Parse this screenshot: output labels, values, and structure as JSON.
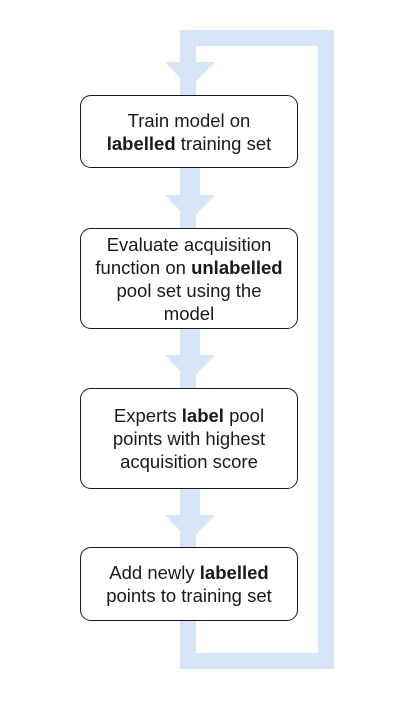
{
  "colors": {
    "arrow": "#d6e6f8",
    "box_border": "#1a1a1a",
    "text": "#1a1a1a"
  },
  "steps": [
    {
      "lines": [
        [
          {
            "t": "Train model on",
            "b": false
          }
        ],
        [
          {
            "t": "labelled",
            "b": true
          },
          {
            "t": " training set",
            "b": false
          }
        ]
      ]
    },
    {
      "lines": [
        [
          {
            "t": "Evaluate acquisition",
            "b": false
          }
        ],
        [
          {
            "t": "function on ",
            "b": false
          },
          {
            "t": "unlabelled",
            "b": true
          }
        ],
        [
          {
            "t": "pool set using the",
            "b": false
          }
        ],
        [
          {
            "t": "model",
            "b": false
          }
        ]
      ]
    },
    {
      "lines": [
        [
          {
            "t": "Experts ",
            "b": false
          },
          {
            "t": "label",
            "b": true
          },
          {
            "t": " pool",
            "b": false
          }
        ],
        [
          {
            "t": "points with highest",
            "b": false
          }
        ],
        [
          {
            "t": "acquisition score",
            "b": false
          }
        ]
      ]
    },
    {
      "lines": [
        [
          {
            "t": "Add newly ",
            "b": false
          },
          {
            "t": "labelled",
            "b": true
          }
        ],
        [
          {
            "t": "points to training set",
            "b": false
          }
        ]
      ]
    }
  ]
}
